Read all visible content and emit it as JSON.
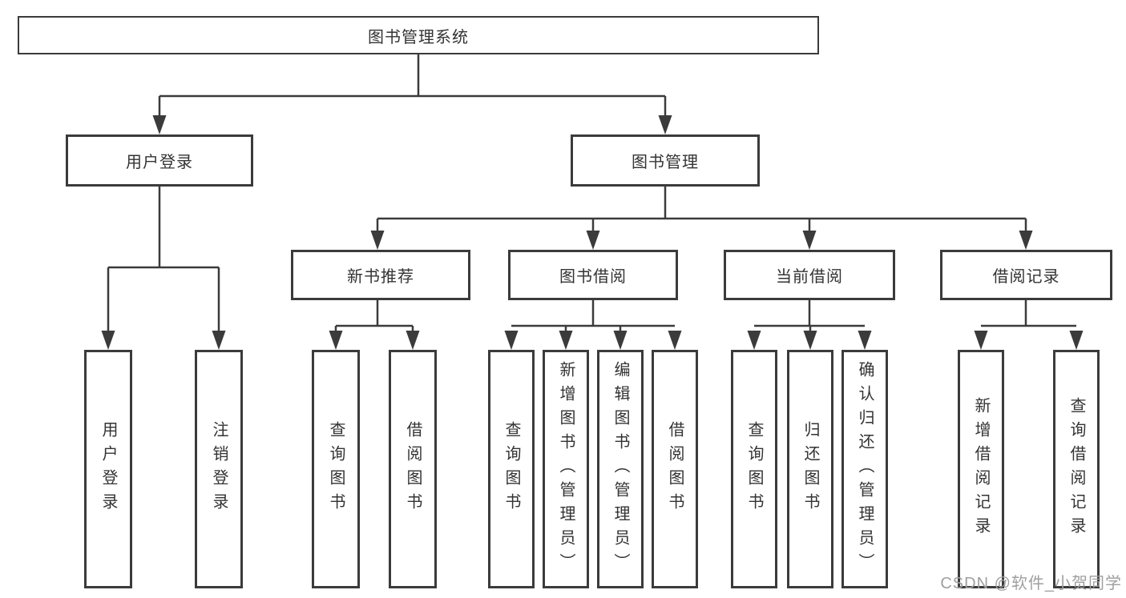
{
  "tree": {
    "label": "图书管理系统",
    "children": [
      {
        "label": "用户登录",
        "children": [
          {
            "label": "用户登录"
          },
          {
            "label": "注销登录"
          }
        ]
      },
      {
        "label": "图书管理",
        "children": [
          {
            "label": "新书推荐",
            "children": [
              {
                "label": "查询图书"
              },
              {
                "label": "借阅图书"
              }
            ]
          },
          {
            "label": "图书借阅",
            "children": [
              {
                "label": "查询图书"
              },
              {
                "label": "新增图书（管理员）"
              },
              {
                "label": "编辑图书（管理员）"
              },
              {
                "label": "借阅图书"
              }
            ]
          },
          {
            "label": "当前借阅",
            "children": [
              {
                "label": "查询图书"
              },
              {
                "label": "归还图书"
              },
              {
                "label": "确认归还（管理员）"
              }
            ]
          },
          {
            "label": "借阅记录",
            "children": [
              {
                "label": "新增借阅记录"
              },
              {
                "label": "查询借阅记录"
              }
            ]
          }
        ]
      }
    ]
  },
  "watermark": {
    "text": "CSDN @软件_小贺同学"
  },
  "colors": {
    "line": "#3b3b3b",
    "text": "#333333",
    "watermark": "#9f9f9f",
    "background": "#ffffff"
  }
}
